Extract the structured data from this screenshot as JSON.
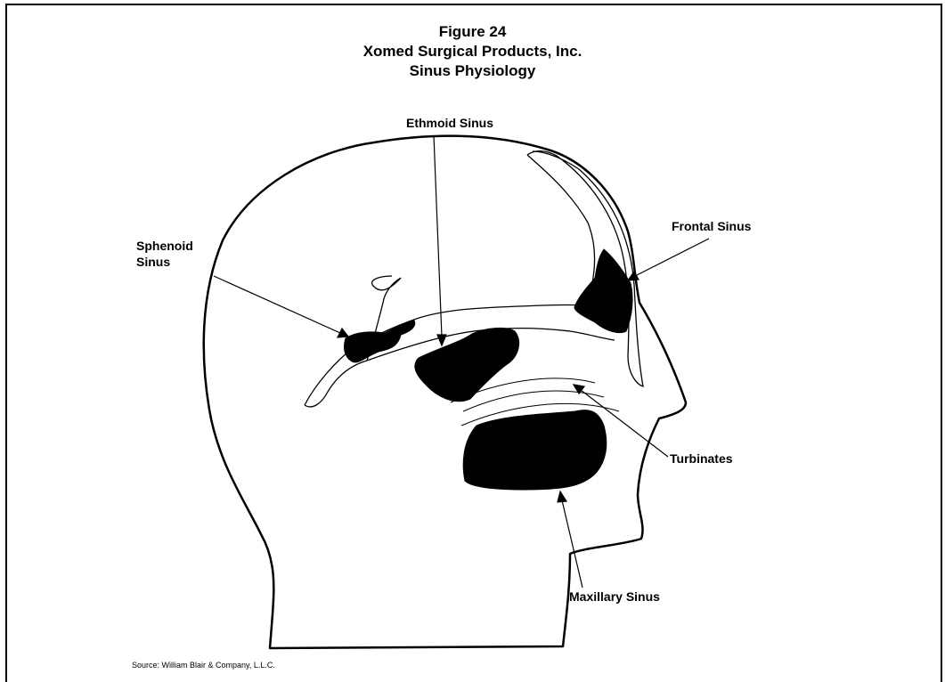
{
  "figure": {
    "number": "Figure 24",
    "company": "Xomed Surgical Products, Inc.",
    "title": "Sinus Physiology"
  },
  "labels": {
    "ethmoid": "Ethmoid Sinus",
    "sphenoid_line1": "Sphenoid",
    "sphenoid_line2": "Sinus",
    "frontal": "Frontal Sinus",
    "turbinates": "Turbinates",
    "maxillary": "Maxillary Sinus"
  },
  "source": "Source: William Blair & Company, L.L.C."
}
